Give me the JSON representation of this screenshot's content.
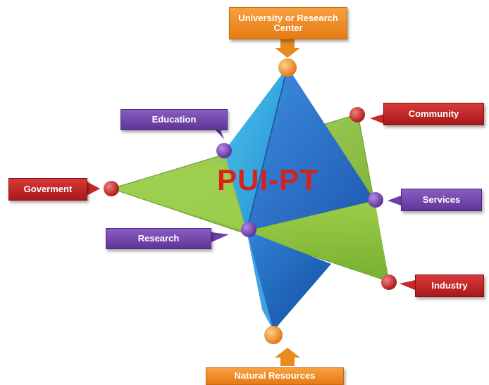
{
  "center_title": "PUI-PT",
  "labels": {
    "university": "University or Research Center",
    "education": "Education",
    "community": "Community",
    "government": "Goverment",
    "services": "Services",
    "research": "Research",
    "industry": "Industry",
    "natural_resources": "Natural Resources"
  },
  "colors": {
    "orange": "#f08a24",
    "purple": "#6b3fa8",
    "red": "#c62828",
    "green": "#8cc63f",
    "blue": "#2f7fd1",
    "title_red": "#d8201c"
  }
}
